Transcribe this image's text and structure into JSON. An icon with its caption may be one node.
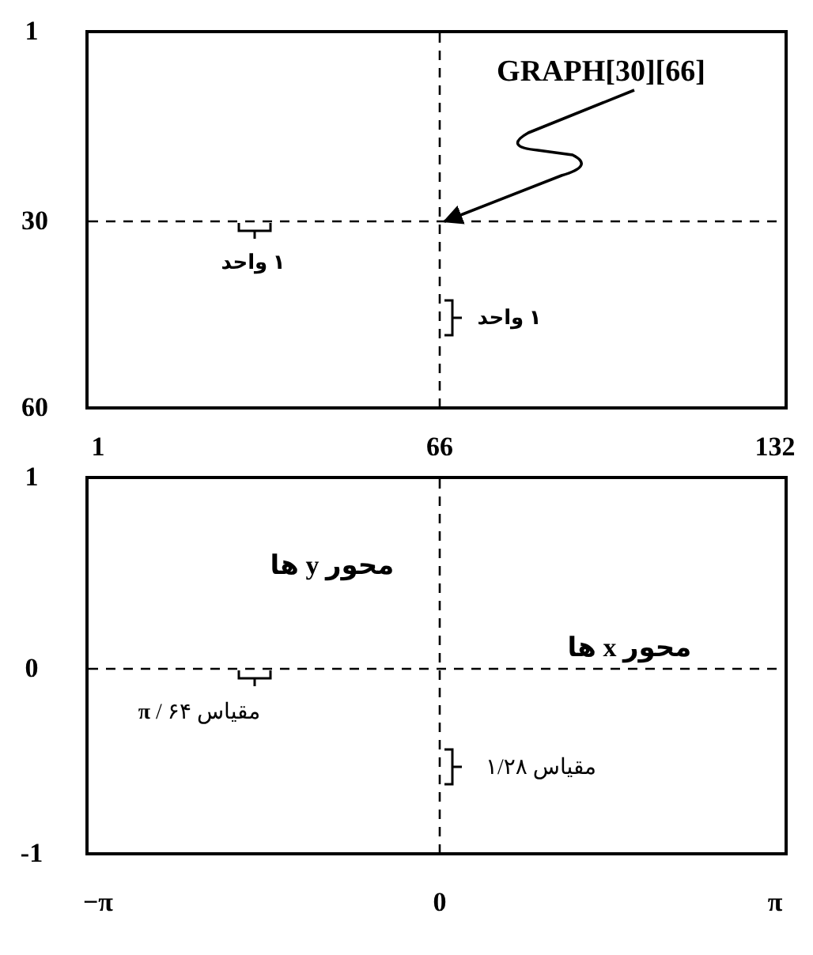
{
  "diagram": {
    "nodes": [
      {
        "text": [
          "GRAPH[30][66]"
        ]
      },
      {
        "text": [],
        "shape": "line"
      }
    ],
    "edges": [
      {
        "from": 0,
        "to": 1,
        "arrow": "to"
      }
    ],
    "labels": [
      "1",
      "30",
      "۱ واحد",
      "۱ واحد",
      "60",
      "1",
      "66",
      "132",
      "1",
      "محور y ها",
      "محور x ها",
      "0",
      "مقیاس **π** / ۶۴",
      "مقیاس ۱/۲۸",
      "-1",
      "−π",
      "0",
      "π"
    ]
  }
}
